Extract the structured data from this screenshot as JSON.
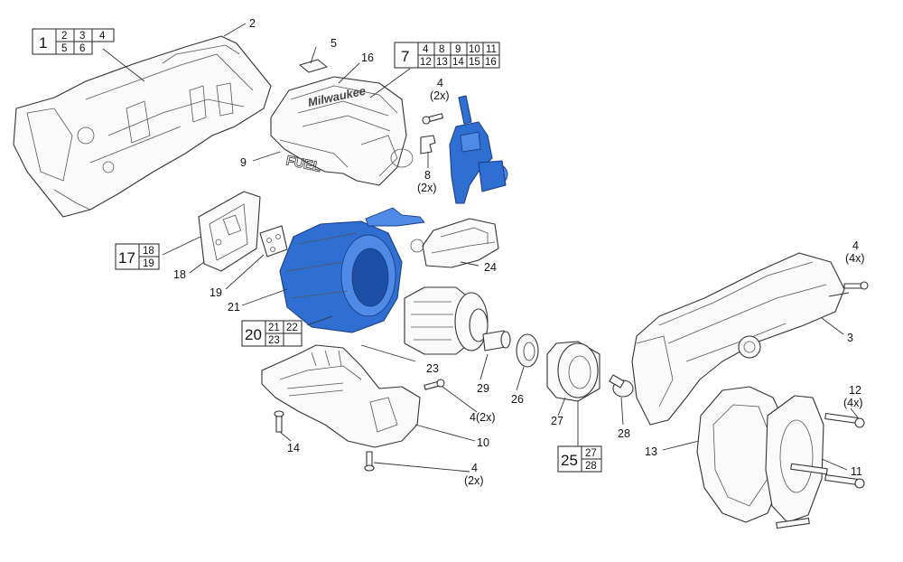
{
  "callouts": [
    {
      "id": "c2",
      "label": "2"
    },
    {
      "id": "c5",
      "label": "5"
    },
    {
      "id": "c16",
      "label": "16"
    },
    {
      "id": "c4a",
      "label": "4"
    },
    {
      "id": "c4a_qty",
      "label": "(2x)"
    },
    {
      "id": "c9",
      "label": "9"
    },
    {
      "id": "c8",
      "label": "8"
    },
    {
      "id": "c8_qty",
      "label": "(2x)"
    },
    {
      "id": "c4b",
      "label": "4"
    },
    {
      "id": "c4b_qty",
      "label": "(4x)"
    },
    {
      "id": "c18",
      "label": "18"
    },
    {
      "id": "c19",
      "label": "19"
    },
    {
      "id": "c24",
      "label": "24"
    },
    {
      "id": "c21",
      "label": "21"
    },
    {
      "id": "c3",
      "label": "3"
    },
    {
      "id": "c23",
      "label": "23"
    },
    {
      "id": "c29",
      "label": "29"
    },
    {
      "id": "c26",
      "label": "26"
    },
    {
      "id": "c4c",
      "label": "4(2x)"
    },
    {
      "id": "c27",
      "label": "27"
    },
    {
      "id": "c28",
      "label": "28"
    },
    {
      "id": "c12",
      "label": "12"
    },
    {
      "id": "c12_qty",
      "label": "(4x)"
    },
    {
      "id": "c14",
      "label": "14"
    },
    {
      "id": "c10",
      "label": "10"
    },
    {
      "id": "c13",
      "label": "13"
    },
    {
      "id": "c11",
      "label": "11"
    },
    {
      "id": "c4d",
      "label": "4"
    },
    {
      "id": "c4d_qty",
      "label": "(2x)"
    }
  ],
  "kits": [
    {
      "id": "kit1",
      "main": "1",
      "cells": [
        [
          "2",
          "3",
          "4"
        ],
        [
          "5",
          "6",
          ""
        ]
      ]
    },
    {
      "id": "kit7",
      "main": "7",
      "cells": [
        [
          "4",
          "8",
          "9",
          "10",
          "11"
        ],
        [
          "12",
          "13",
          "14",
          "15",
          "16"
        ]
      ]
    },
    {
      "id": "kit17",
      "main": "17",
      "cells": [
        [
          "18"
        ],
        [
          "19"
        ]
      ]
    },
    {
      "id": "kit20",
      "main": "20",
      "cells": [
        [
          "21",
          "22"
        ],
        [
          "23",
          ""
        ]
      ]
    },
    {
      "id": "kit25",
      "main": "25",
      "cells": [
        [
          "27"
        ],
        [
          "28"
        ]
      ]
    }
  ],
  "housing_text": "FUEL",
  "housing_logo": "Milwaukee",
  "colors": {
    "highlight": "#2f6fd1",
    "line": "#333333"
  }
}
